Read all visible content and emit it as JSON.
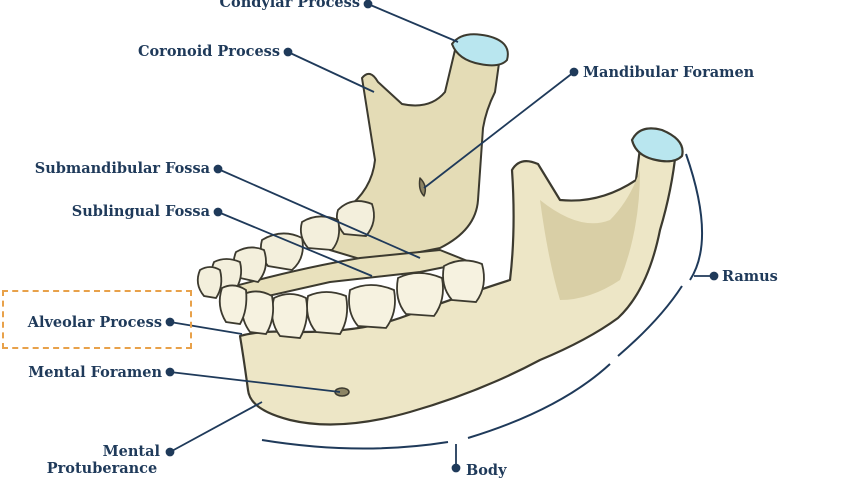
{
  "labels": {
    "condylar_process": "Condylar Process",
    "coronoid_process": "Coronoid Process",
    "mandibular_foramen": "Mandibular Foramen",
    "submandibular_fossa": "Submandibular Fossa",
    "sublingual_fossa": "Sublingual Fossa",
    "ramus": "Ramus",
    "alveolar_process": "Alveolar Process",
    "mental_foramen": "Mental Foramen",
    "mental_protuberance_line1": "Mental",
    "mental_protuberance_line2": "Protuberance",
    "body": "Body"
  },
  "colors": {
    "bone": "#ede6c6",
    "bone_shadow": "#d9cfa6",
    "bone_outline": "#3c3a2f",
    "cartilage": "#b9e6ef",
    "label_text": "#1f3a5a",
    "leader_line": "#1f3a5a",
    "highlight_border": "#e8a14a"
  },
  "highlighted_label": "alveolar_process"
}
